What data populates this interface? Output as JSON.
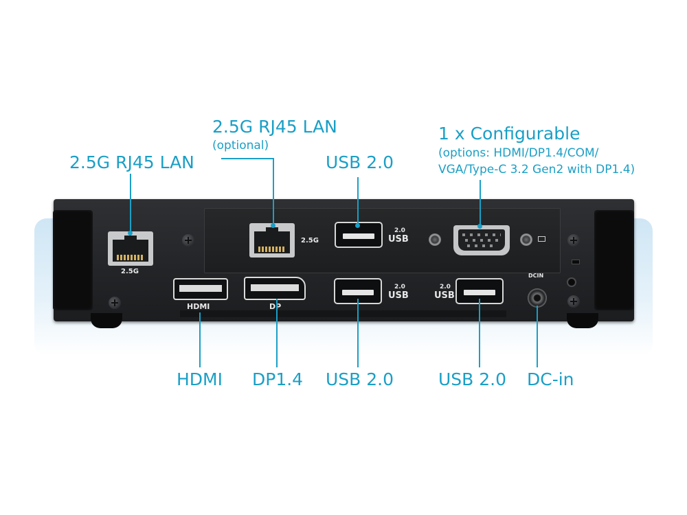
{
  "callouts": {
    "lan_left": "2.5G RJ45 LAN",
    "lan_optional": "2.5G RJ45 LAN",
    "lan_optional_note": "(optional)",
    "usb_top": "USB 2.0",
    "configurable_title": "1 x Configurable",
    "configurable_line1": "(options: HDMI/DP1.4/COM/",
    "configurable_line2": "VGA/Type-C 3.2 Gen2 with DP1.4)",
    "hdmi": "HDMI",
    "dp": "DP1.4",
    "usb_bottom_1": "USB 2.0",
    "usb_bottom_2": "USB 2.0",
    "dcin": "DC-in"
  },
  "port_labels": {
    "lan_left": "2.5G",
    "lan_module": "2.5G",
    "usb_top_ver": "2.0",
    "usb_top": "USB",
    "hdmi": "HDMI",
    "dp": "DP",
    "usb_mid_ver": "2.0",
    "usb_mid": "USB",
    "usb_right_ver": "2.0",
    "usb_right": "USB",
    "dcin": "DCIN"
  },
  "colors": {
    "accent": "#1a9fc6",
    "chassis": "#222427",
    "glow": "#cfe6f5"
  }
}
